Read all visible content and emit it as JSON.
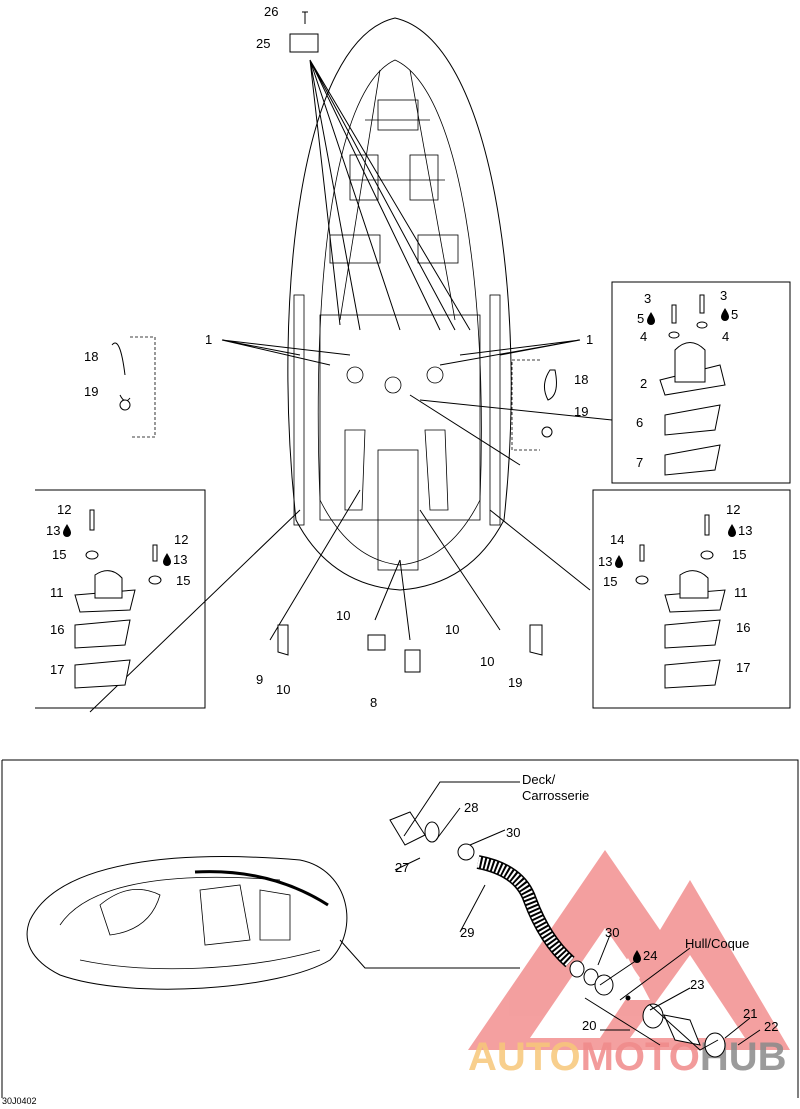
{
  "diagram": {
    "code": "30J0402",
    "top_callouts": [
      "26",
      "25",
      "1",
      "1",
      "18",
      "19",
      "3",
      "3",
      "5",
      "5",
      "4",
      "4",
      "2",
      "6",
      "7",
      "18",
      "19"
    ],
    "left_box_callouts": [
      "12",
      "13",
      "15",
      "12",
      "13",
      "15",
      "11",
      "16",
      "17"
    ],
    "right_box_callouts": [
      "12",
      "13",
      "15",
      "14",
      "13",
      "15",
      "11",
      "16",
      "17"
    ],
    "middle_callouts": [
      "10",
      "10",
      "9",
      "10",
      "8",
      "10",
      "19"
    ],
    "bottom": {
      "deck_label_1": "Deck/",
      "deck_label_2": "Carrosserie",
      "hull_label": "Hull/Coque",
      "callouts": [
        "28",
        "30",
        "27",
        "29",
        "30",
        "24",
        "23",
        "21",
        "22",
        "20"
      ]
    }
  },
  "watermark": {
    "part1": "AUTO",
    "part2": "MOTO",
    "part3": "HUB",
    "colors": {
      "auto": "#f7c77a",
      "moto": "#f08a8a",
      "hub": "#8a8a8a",
      "triangle": "#f08080"
    }
  }
}
